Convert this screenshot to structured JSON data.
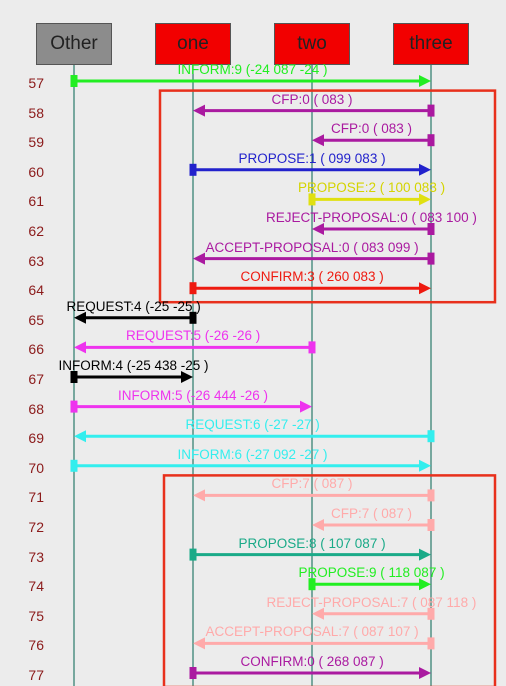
{
  "agents": [
    {
      "name": "Other",
      "bg": "#8c8c8c"
    },
    {
      "name": "one",
      "bg": "#f20000"
    },
    {
      "name": "two",
      "bg": "#f20000"
    },
    {
      "name": "three",
      "bg": "#f20000"
    }
  ],
  "colors": {
    "lifeline": "#2a7a6a",
    "highlight_box": "#e8301c",
    "row_number": "#8b1a1a"
  },
  "rows": [
    57,
    58,
    59,
    60,
    61,
    62,
    63,
    64,
    65,
    66,
    67,
    68,
    69,
    70,
    71,
    72,
    73,
    74,
    75,
    76,
    77
  ],
  "messages": [
    {
      "row": 57,
      "label": "INFORM:9 (-24  087  -24 )",
      "from": "Other",
      "to": "three",
      "color": "#22ee22"
    },
    {
      "row": 58,
      "label": "CFP:0 (   083    )",
      "from": "three",
      "to": "one",
      "color": "#aa1aa0"
    },
    {
      "row": 59,
      "label": "CFP:0 (   083    )",
      "from": "three",
      "to": "two",
      "color": "#aa1aa0"
    },
    {
      "row": 60,
      "label": "PROPOSE:1 (   099  083 )",
      "from": "one",
      "to": "three",
      "color": "#2222cc"
    },
    {
      "row": 61,
      "label": "PROPOSE:2 (   100  083 )",
      "from": "two",
      "to": "three",
      "color": "#e0e010"
    },
    {
      "row": 62,
      "label": "REJECT-PROPOSAL:0 (   083  100 )",
      "from": "three",
      "to": "two",
      "color": "#aa1aa0"
    },
    {
      "row": 63,
      "label": "ACCEPT-PROPOSAL:0 (   083  099 )",
      "from": "three",
      "to": "one",
      "color": "#aa1aa0"
    },
    {
      "row": 64,
      "label": "CONFIRM:3 (   260  083 )",
      "from": "one",
      "to": "three",
      "color": "#ee1a10"
    },
    {
      "row": 65,
      "label": "REQUEST:4 (-25  -25   )",
      "from": "one",
      "to": "Other",
      "color": "#000000"
    },
    {
      "row": 66,
      "label": "REQUEST:5 (-26  -26   )",
      "from": "two",
      "to": "Other",
      "color": "#ee33ee"
    },
    {
      "row": 67,
      "label": "INFORM:4 (-25  438  -25 )",
      "from": "Other",
      "to": "one",
      "color": "#000000"
    },
    {
      "row": 68,
      "label": "INFORM:5 (-26  444  -26 )",
      "from": "Other",
      "to": "two",
      "color": "#ee33ee"
    },
    {
      "row": 69,
      "label": "REQUEST:6 (-27  -27   )",
      "from": "three",
      "to": "Other",
      "color": "#33eeee"
    },
    {
      "row": 70,
      "label": "INFORM:6 (-27  092  -27 )",
      "from": "Other",
      "to": "three",
      "color": "#33eeee"
    },
    {
      "row": 71,
      "label": "CFP:7 (   087    )",
      "from": "three",
      "to": "one",
      "color": "#ffaaaa"
    },
    {
      "row": 72,
      "label": "CFP:7 (   087    )",
      "from": "three",
      "to": "two",
      "color": "#ffaaaa"
    },
    {
      "row": 73,
      "label": "PROPOSE:8 (   107  087 )",
      "from": "one",
      "to": "three",
      "color": "#1aaa88"
    },
    {
      "row": 74,
      "label": "PROPOSE:9 (   118  087 )",
      "from": "two",
      "to": "three",
      "color": "#22ee22"
    },
    {
      "row": 75,
      "label": "REJECT-PROPOSAL:7 (   087  118 )",
      "from": "three",
      "to": "two",
      "color": "#ffaaaa"
    },
    {
      "row": 76,
      "label": "ACCEPT-PROPOSAL:7 (   087  107 )",
      "from": "three",
      "to": "one",
      "color": "#ffaaaa"
    },
    {
      "row": 77,
      "label": "CONFIRM:0 (   268  087 )",
      "from": "one",
      "to": "three",
      "color": "#aa1aa0"
    }
  ],
  "groups": [
    {
      "from_row": 58,
      "to_row": 64
    },
    {
      "from_row": 71,
      "to_row": 77
    }
  ]
}
